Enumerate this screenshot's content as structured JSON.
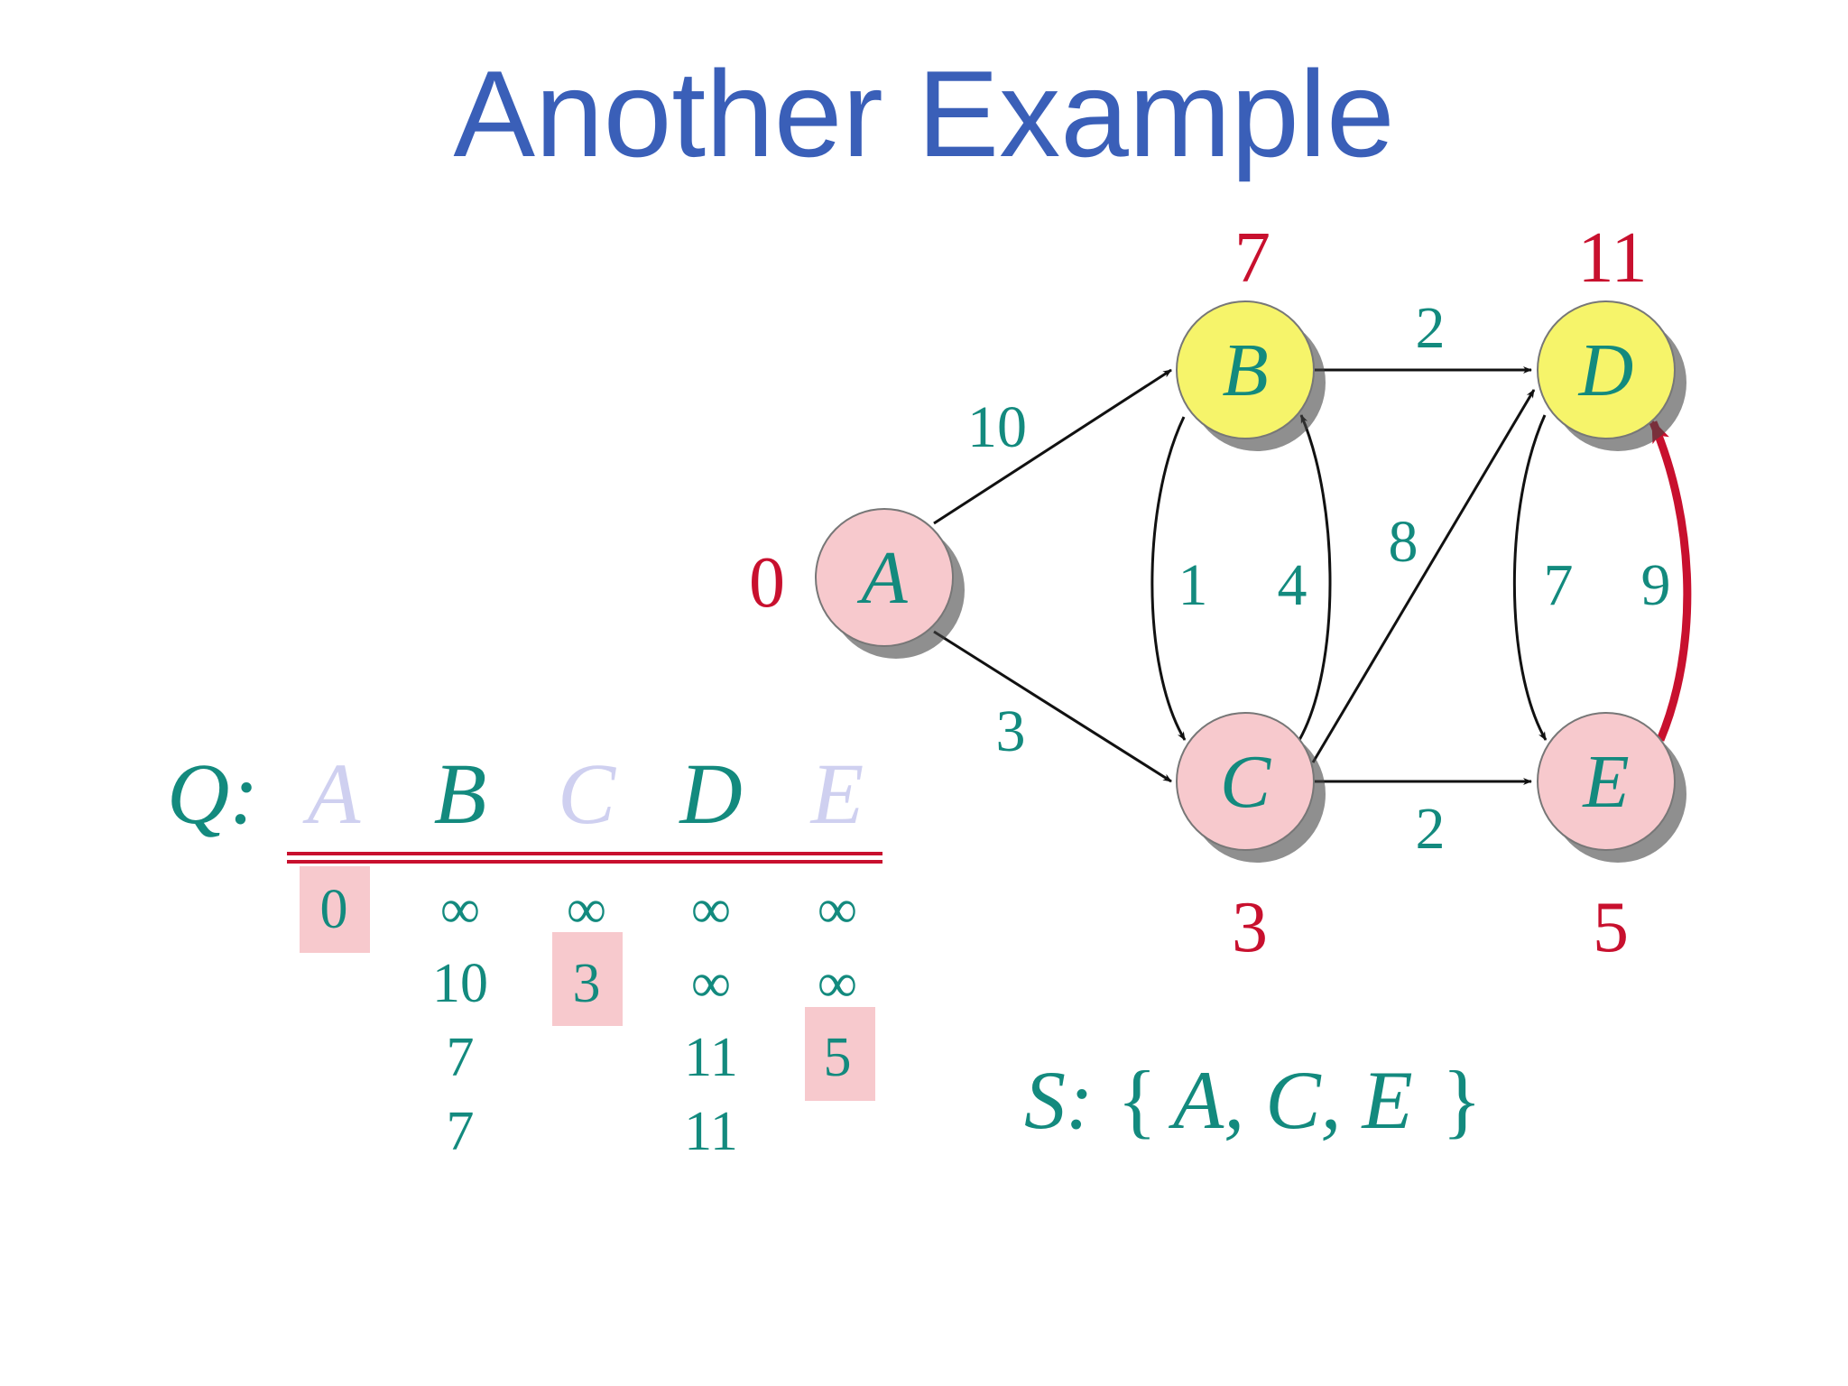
{
  "title": "Another Example",
  "graph": {
    "nodes": [
      {
        "id": "A",
        "distance": "0",
        "fill": "#f7c9cd"
      },
      {
        "id": "B",
        "distance": "7",
        "fill": "#f6f46a"
      },
      {
        "id": "C",
        "distance": "3",
        "fill": "#f7c9cd"
      },
      {
        "id": "D",
        "distance": "11",
        "fill": "#f6f46a"
      },
      {
        "id": "E",
        "distance": "5",
        "fill": "#f7c9cd"
      }
    ],
    "edges": [
      {
        "from": "A",
        "to": "B",
        "weight": "10"
      },
      {
        "from": "A",
        "to": "C",
        "weight": "3"
      },
      {
        "from": "C",
        "to": "B",
        "weight": "4"
      },
      {
        "from": "B",
        "to": "C",
        "weight": "1"
      },
      {
        "from": "B",
        "to": "D",
        "weight": "2"
      },
      {
        "from": "C",
        "to": "D",
        "weight": "8"
      },
      {
        "from": "C",
        "to": "E",
        "weight": "2"
      },
      {
        "from": "D",
        "to": "E",
        "weight": "7"
      },
      {
        "from": "E",
        "to": "D",
        "weight": "9",
        "highlighted": true
      }
    ]
  },
  "queue": {
    "label": "Q:",
    "columns": [
      "A",
      "B",
      "C",
      "D",
      "E"
    ],
    "rows": [
      [
        "0",
        "∞",
        "∞",
        "∞",
        "∞"
      ],
      [
        "",
        "10",
        "3",
        "∞",
        "∞"
      ],
      [
        "",
        "7",
        "",
        "11",
        "5"
      ],
      [
        "",
        "7",
        "",
        "11",
        ""
      ]
    ],
    "highlighted": [
      "0",
      "3",
      "5"
    ]
  },
  "set_s": {
    "label": "S:",
    "open": "{",
    "members": "A, C, E",
    "close": "}"
  },
  "colors": {
    "title": "#3a5fb8",
    "teal": "#138a7e",
    "red": "#c8102e",
    "node_pink": "#f7c9cd",
    "node_yellow": "#f6f46a",
    "faded": "#cfd0f0"
  }
}
